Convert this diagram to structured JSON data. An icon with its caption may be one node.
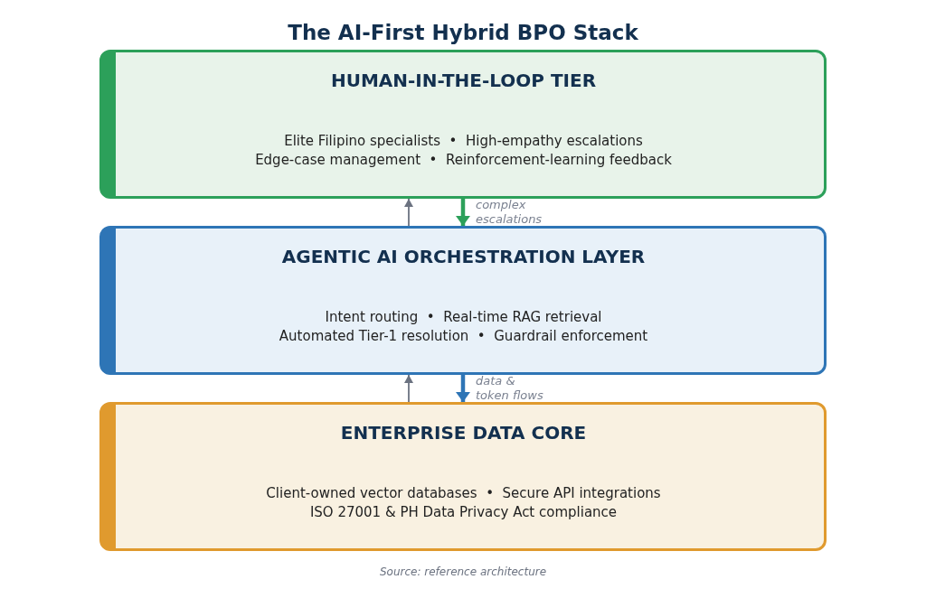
{
  "diagram": {
    "title": "The AI-First Hybrid BPO Stack",
    "caption": "Source: reference architecture",
    "nodes": [
      {
        "text": [
          "HUMAN-IN-THE-LOOP TIER",
          "Elite Filipino specialists  •  High-empathy escalations",
          "Edge-case management  •  Reinforcement-learning feedback"
        ]
      },
      {
        "text": [
          "AGENTIC AI ORCHESTRATION LAYER",
          "Intent routing  •  Real-time RAG retrieval",
          "Automated Tier-1 resolution  •  Guardrail enforcement"
        ]
      },
      {
        "text": [
          "ENTERPRISE DATA CORE",
          "Client-owned vector databases  •  Secure API integrations",
          "ISO 27001 & PH Data Privacy Act compliance"
        ]
      }
    ],
    "edges": [
      {
        "from": 1,
        "to": 0,
        "arrow": "to"
      },
      {
        "from": 0,
        "to": 1,
        "arrow": "to",
        "label": "complex escalations",
        "style": "thick",
        "color": "#2ca05a"
      },
      {
        "from": 2,
        "to": 1,
        "arrow": "to"
      },
      {
        "from": 1,
        "to": 2,
        "arrow": "to",
        "label": "data & token flows",
        "style": "thick",
        "color": "#2e75b6"
      }
    ]
  }
}
